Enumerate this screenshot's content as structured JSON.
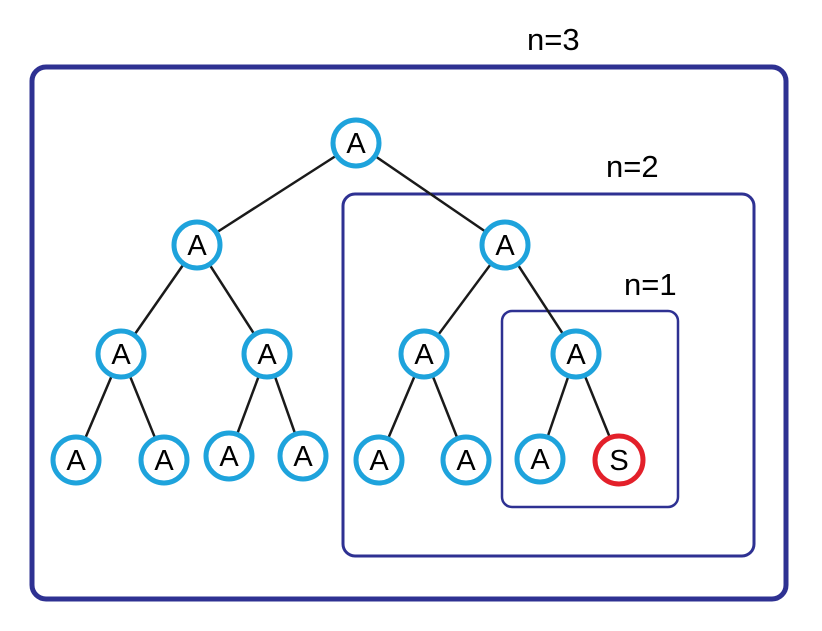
{
  "diagram": {
    "boxes": [
      {
        "id": "n3",
        "label": "n=3"
      },
      {
        "id": "n2",
        "label": "n=2"
      },
      {
        "id": "n1",
        "label": "n=1"
      }
    ],
    "nodes": [
      {
        "id": "r",
        "label": "A",
        "kind": "normal"
      },
      {
        "id": "l1",
        "label": "A",
        "kind": "normal"
      },
      {
        "id": "r1",
        "label": "A",
        "kind": "normal"
      },
      {
        "id": "l2a",
        "label": "A",
        "kind": "normal"
      },
      {
        "id": "l2b",
        "label": "A",
        "kind": "normal"
      },
      {
        "id": "r2a",
        "label": "A",
        "kind": "normal"
      },
      {
        "id": "r2b",
        "label": "A",
        "kind": "normal"
      },
      {
        "id": "l3a",
        "label": "A",
        "kind": "normal"
      },
      {
        "id": "l3b",
        "label": "A",
        "kind": "normal"
      },
      {
        "id": "l3c",
        "label": "A",
        "kind": "normal"
      },
      {
        "id": "l3d",
        "label": "A",
        "kind": "normal"
      },
      {
        "id": "r3a",
        "label": "A",
        "kind": "normal"
      },
      {
        "id": "r3b",
        "label": "A",
        "kind": "normal"
      },
      {
        "id": "r3c",
        "label": "A",
        "kind": "normal"
      },
      {
        "id": "r3d",
        "label": "S",
        "kind": "special"
      }
    ],
    "edges": [
      [
        "r",
        "l1"
      ],
      [
        "r",
        "r1"
      ],
      [
        "l1",
        "l2a"
      ],
      [
        "l1",
        "l2b"
      ],
      [
        "r1",
        "r2a"
      ],
      [
        "r1",
        "r2b"
      ],
      [
        "l2a",
        "l3a"
      ],
      [
        "l2a",
        "l3b"
      ],
      [
        "l2b",
        "l3c"
      ],
      [
        "l2b",
        "l3d"
      ],
      [
        "r2a",
        "r3a"
      ],
      [
        "r2a",
        "r3b"
      ],
      [
        "r2b",
        "r3c"
      ],
      [
        "r2b",
        "r3d"
      ]
    ],
    "colors": {
      "box_stroke": "#2e3192",
      "node_stroke": "#1ea3dc",
      "special_stroke": "#e3202a",
      "edge": "#1a1a1a"
    }
  }
}
